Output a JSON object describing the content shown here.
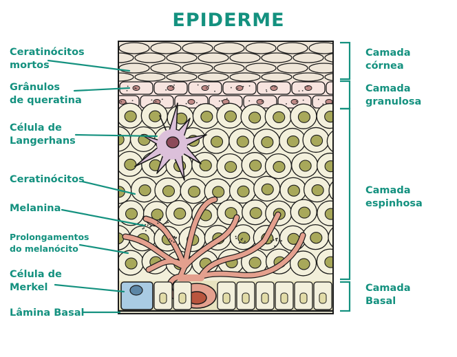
{
  "title": "EPIDERME",
  "left_labels": [
    {
      "id": "ceratinocitos-mortos",
      "lines": [
        "Ceratinócitos",
        "mortos"
      ]
    },
    {
      "id": "granulos-queratina",
      "lines": [
        "Grânulos",
        "de queratina"
      ]
    },
    {
      "id": "celula-langerhans",
      "lines": [
        "Célula de",
        "Langerhans"
      ]
    },
    {
      "id": "ceratinocitos",
      "lines": [
        "Ceratinócitos"
      ]
    },
    {
      "id": "melanina",
      "lines": [
        "Melanina"
      ]
    },
    {
      "id": "prolongamentos-melanocito",
      "lines": [
        "Prolongamentos",
        "do melanócito"
      ]
    },
    {
      "id": "celula-merkel",
      "lines": [
        "Célula de",
        "Merkel"
      ]
    },
    {
      "id": "lamina-basal",
      "lines": [
        "Lâmina Basal"
      ]
    }
  ],
  "right_labels": [
    {
      "id": "camada-cornea",
      "lines": [
        "Camada",
        "córnea"
      ]
    },
    {
      "id": "camada-granulosa",
      "lines": [
        "Camada",
        "granulosa"
      ]
    },
    {
      "id": "camada-espinhosa",
      "lines": [
        "Camada",
        "espinhosa"
      ]
    },
    {
      "id": "camada-basal",
      "lines": [
        "Camada",
        "Basal"
      ]
    }
  ],
  "colors": {
    "accent": "#14917f",
    "outline": "#1a1a1a",
    "cornea_fill": "#efe6d8",
    "granulosa_fill": "#f7e4df",
    "cell_fill": "#f3f0dc",
    "nucleus_fill": "#a8a85a",
    "melanocyte_fill": "#e4a08e",
    "langerhans_fill": "#dcc0da",
    "merkel_fill": "#a9cbe3",
    "basal_band": "#e8e3c0"
  }
}
